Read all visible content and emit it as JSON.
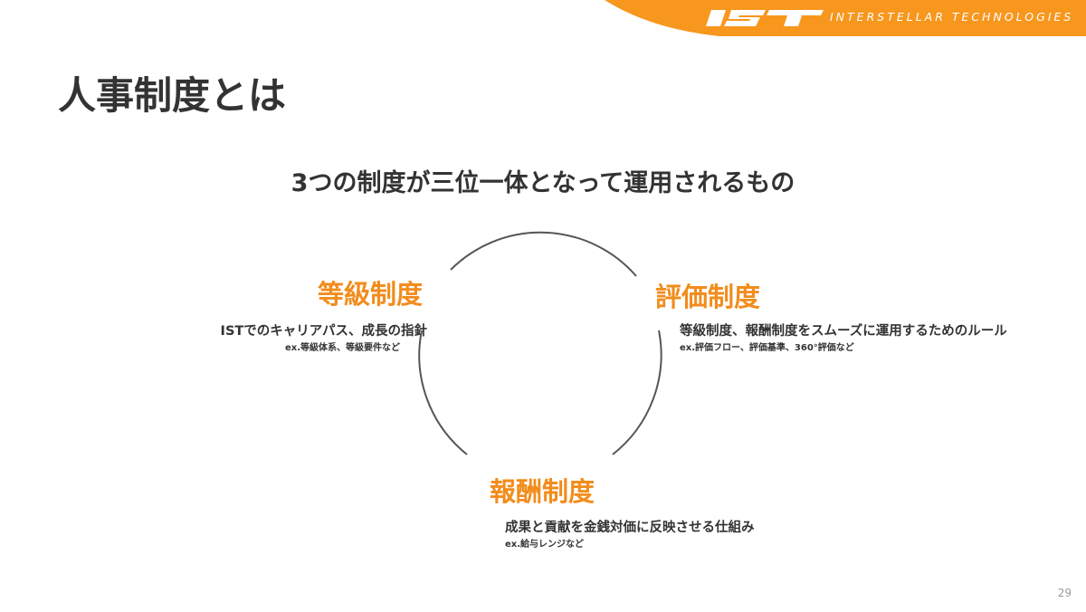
{
  "header": {
    "company_name": "INTERSTELLAR TECHNOLOGIES",
    "logo_text": "IST",
    "accent_color": "#f7971e"
  },
  "slide": {
    "title": "人事制度とは",
    "subtitle": "3つの制度が三位一体となって運用されるもの",
    "page_number": "29"
  },
  "cycle": {
    "grade": {
      "title": "等級制度",
      "description": "ISTでのキャリアパス、成長の指針",
      "example": "ex.等級体系、等級要件など"
    },
    "evaluation": {
      "title": "評価制度",
      "description": "等級制度、報酬制度をスムーズに運用するためのルール",
      "example": "ex.評価フロー、評価基準、360°評価など"
    },
    "compensation": {
      "title": "報酬制度",
      "description": "成果と貢献を金銭対価に反映させる仕組み",
      "example": "ex.給与レンジなど"
    },
    "title_color": "#f28c1c",
    "circle_color": "#555555"
  }
}
